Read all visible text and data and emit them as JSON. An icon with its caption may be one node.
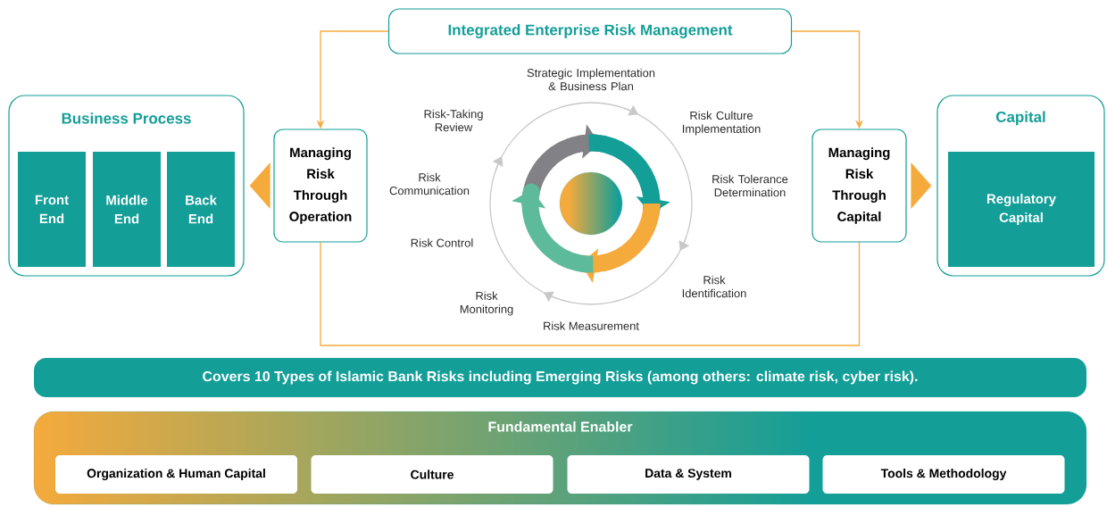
{
  "diagram": {
    "nodes": [
      {
        "text": [
          "Integrated Enterprise Risk Management"
        ]
      },
      {
        "text": [
          "Business Process"
        ]
      },
      {
        "text": [
          "Front End"
        ],
        "in": 1
      },
      {
        "text": [
          "Middle End"
        ],
        "in": 1
      },
      {
        "text": [
          "Back End"
        ],
        "in": 1
      },
      {
        "text": [
          "Managing Risk Through Operation"
        ]
      },
      {
        "text": [
          "Managing Risk Through Capital"
        ]
      },
      {
        "text": [
          "Capital"
        ]
      },
      {
        "text": [
          "Regulatory Capital"
        ],
        "in": 7
      },
      {
        "text": [
          "Covers 10 Types of Islamic Bank Risks including Emerging Risks (among others: climate risk, cyber risk)."
        ]
      },
      {
        "text": [
          "Fundamental Enabler"
        ]
      },
      {
        "text": [
          "Organization & Human Capital"
        ],
        "in": 10
      },
      {
        "text": [
          "Culture"
        ],
        "in": 10
      },
      {
        "text": [
          "Data & System"
        ],
        "in": 10
      },
      {
        "text": [
          "Tools & Methodology"
        ],
        "in": 10
      }
    ],
    "edges": [
      {
        "from": 0,
        "to": 5,
        "arrow": "to"
      },
      {
        "from": 0,
        "to": 6,
        "arrow": "to"
      },
      {
        "from": 5,
        "to": 1,
        "arrow": "to"
      },
      {
        "from": 6,
        "to": 7,
        "arrow": "to"
      },
      {
        "from": 5,
        "to": 6,
        "arrow": "none"
      }
    ],
    "labels": [
      "Strategic Implementation & Business Plan",
      "Risk Culture Implementation",
      "Risk Tolerance Determination",
      "Risk Identification",
      "Risk Measurement",
      "Risk Monitoring",
      "Risk Control",
      "Risk Communication",
      "Risk-Taking Review"
    ]
  }
}
